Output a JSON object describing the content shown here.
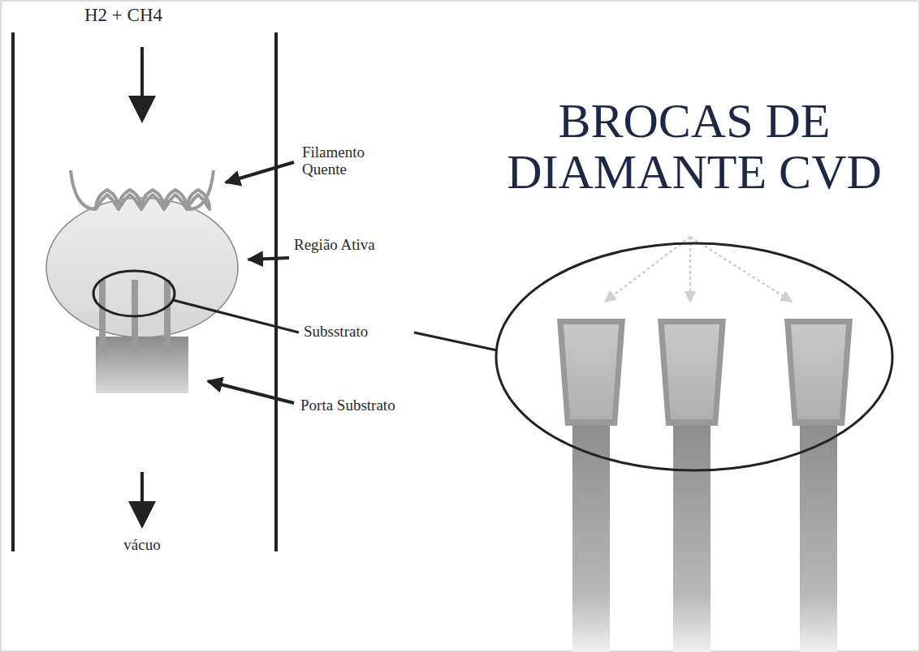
{
  "diagram": {
    "title": "BROCAS DE DIAMANTE CVD",
    "labels": [
      "H2 + CH4",
      "Filamento Quente",
      "Região Ativa",
      "Subsstrato",
      "Porta Substrato",
      "vácuo"
    ]
  }
}
